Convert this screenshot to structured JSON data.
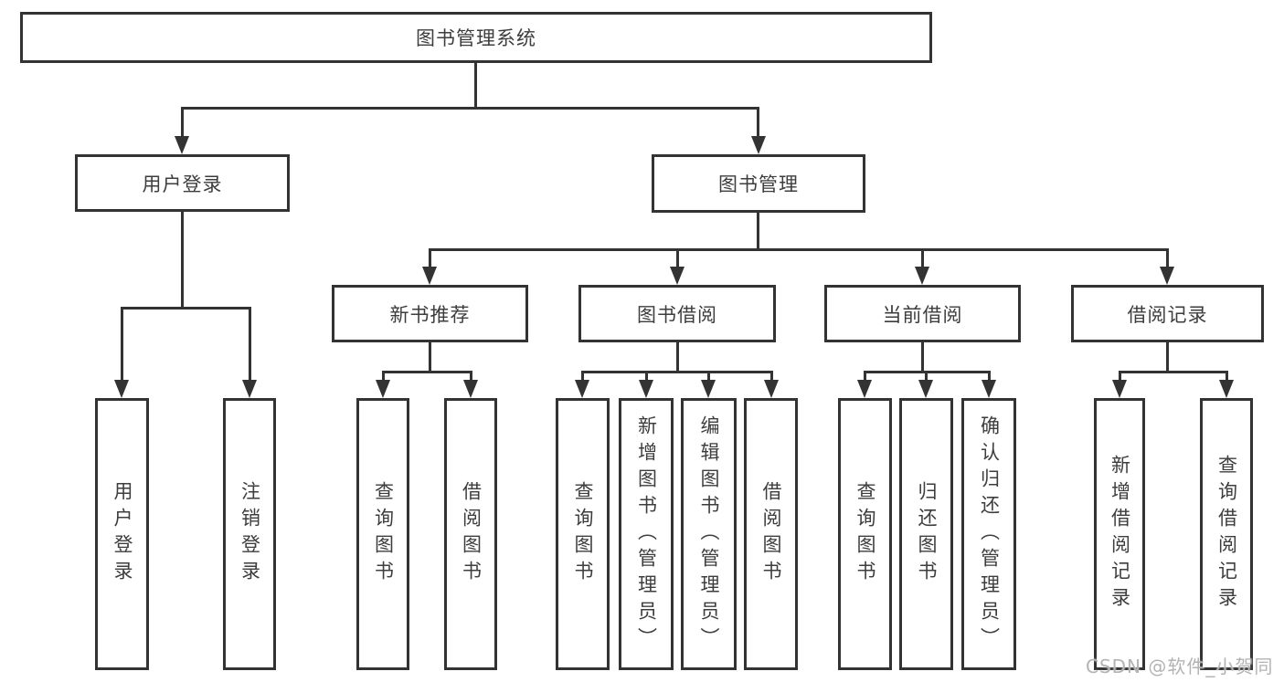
{
  "nodes": {
    "root": "图书管理系统",
    "user_login": "用户登录",
    "book_mgmt": "图书管理",
    "new_book_rec": "新书推荐",
    "book_borrow": "图书借阅",
    "current_borrow": "当前借阅",
    "borrow_record": "借阅记录",
    "leaf_user_login": "用户登录",
    "leaf_logout": "注销登录",
    "leaf_nbr_query_book": "查询图书",
    "leaf_nbr_borrow_book": "借阅图书",
    "leaf_bb_query_book": "查询图书",
    "leaf_bb_add_book": "新增图书（管理员）",
    "leaf_bb_edit_book": "编辑图书（管理员）",
    "leaf_bb_borrow_book": "借阅图书",
    "leaf_cb_query_book": "查询图书",
    "leaf_cb_return_book": "归还图书",
    "leaf_cb_confirm_return": "确认归还（管理员）",
    "leaf_br_add_record": "新增借阅记录",
    "leaf_br_query_record": "查询借阅记录"
  },
  "hierarchy": {
    "图书管理系统": {
      "用户登录": [
        "用户登录",
        "注销登录"
      ],
      "图书管理": {
        "新书推荐": [
          "查询图书",
          "借阅图书"
        ],
        "图书借阅": [
          "查询图书",
          "新增图书（管理员）",
          "编辑图书（管理员）",
          "借阅图书"
        ],
        "当前借阅": [
          "查询图书",
          "归还图书",
          "确认归还（管理员）"
        ],
        "借阅记录": [
          "新增借阅记录",
          "查询借阅记录"
        ]
      }
    }
  },
  "watermark": "CSDN @软件_小贺同学",
  "colors": {
    "line": "#333333",
    "text": "#3d3d3d",
    "watermark": "#b3b3b3",
    "background": "#ffffff"
  }
}
